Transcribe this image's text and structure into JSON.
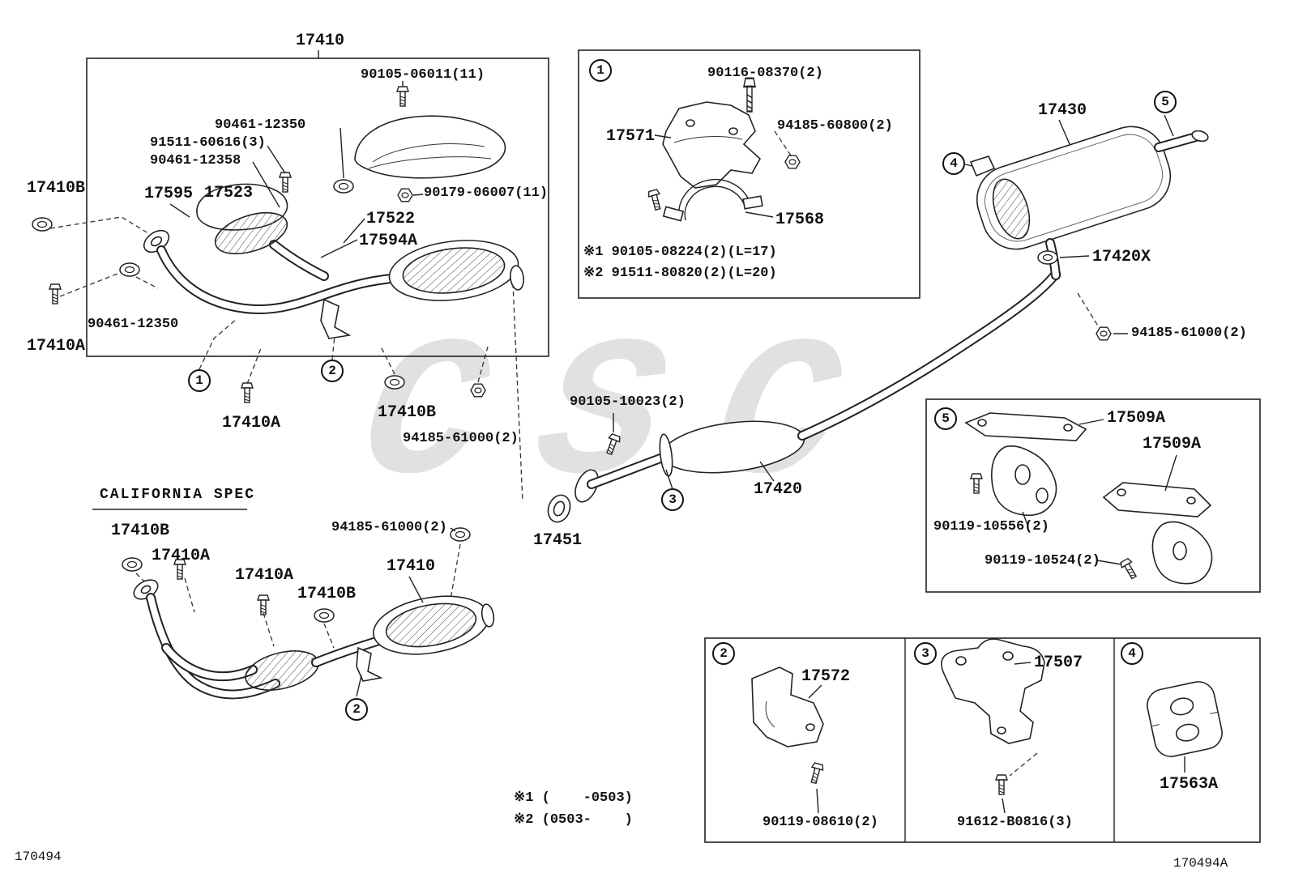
{
  "labels": {
    "main_title": "17410",
    "b90105_06011": "90105-06011(11)",
    "b90461_12350_a": "90461-12350",
    "b91511_60616": "91511-60616(3)",
    "b90461_12358": "90461-12358",
    "p17595": "17595",
    "p17523": "17523",
    "b90179_06007": "90179-06007(11)",
    "p17522": "17522",
    "p17594A": "17594A",
    "p17410B_a": "17410B",
    "b90461_12350_b": "90461-12350",
    "p17410A_a": "17410A",
    "p17410A_b": "17410A",
    "p17410B_b": "17410B",
    "b94185_61000_a": "94185-61000(2)",
    "b90116_08370": "90116-08370(2)",
    "p17571": "17571",
    "b94185_60800": "94185-60800(2)",
    "p17568": "17568",
    "note_L17": "※1 90105-08224(2)(L=17)",
    "note_L20": "※2 91511-80820(2)(L=20)",
    "p17430": "17430",
    "p17420X": "17420X",
    "b94185_61000_b": "94185-61000(2)",
    "b90105_10023": "90105-10023(2)",
    "p17420": "17420",
    "p17451": "17451",
    "p17509A_a": "17509A",
    "p17509A_b": "17509A",
    "b90119_10556": "90119-10556(2)",
    "b90119_10524": "90119-10524(2)",
    "california": "CALIFORNIA SPEC",
    "p17410B_c": "17410B",
    "p17410A_c": "17410A",
    "b94185_61000_c": "94185-61000(2)",
    "p17410A_d": "17410A",
    "p17410B_d": "17410B",
    "p17410_c": "17410",
    "p17572": "17572",
    "b90119_08610": "90119-08610(2)",
    "p17507": "17507",
    "b91612_B0816": "91612-B0816(3)",
    "p17563A": "17563A",
    "spec_note1": "※1 (    -0503)",
    "spec_note2": "※2 (0503-    )",
    "code_left": "170494",
    "code_right": "170494A",
    "watermark": "CSC"
  },
  "circles": {
    "n1": "1",
    "n2": "2",
    "n3": "3",
    "n4": "4",
    "n5": "5"
  }
}
